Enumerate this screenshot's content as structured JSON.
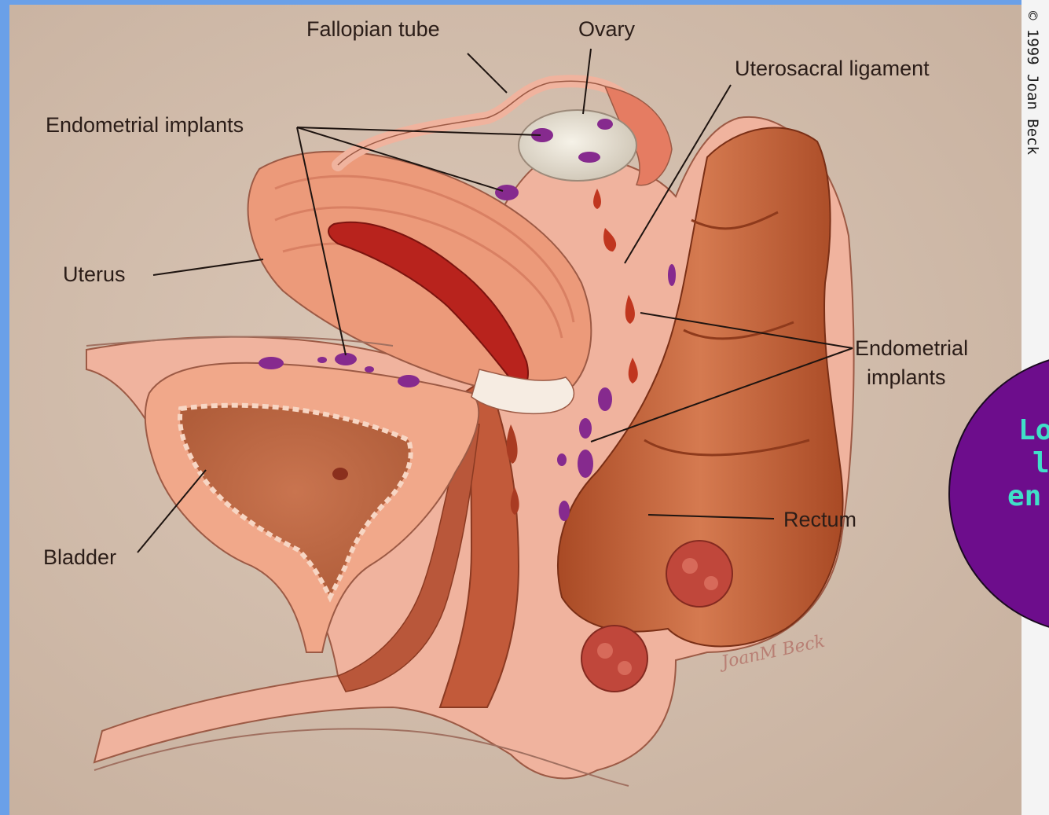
{
  "labels": {
    "fallopian_tube": "Fallopian tube",
    "ovary": "Ovary",
    "uterosacral_ligament": "Uterosacral ligament",
    "endometrial_implants_top": "Endometrial implants",
    "uterus": "Uterus",
    "endometrial_implants_right_line1": "Endometrial",
    "endometrial_implants_right_line2": "implants",
    "rectum": "Rectum",
    "bladder": "Bladder"
  },
  "copyright": "© 1999 Joan Beck",
  "signature": "JoanM Beck",
  "callout": {
    "line1": "Lo",
    "line2": "l",
    "line3": "en"
  },
  "colors": {
    "frame_blue": "#6aa0e8",
    "background": "#d4c0b0",
    "tissue_light": "#f3b9a6",
    "tissue_mid": "#e69276",
    "tissue_dark": "#b4552f",
    "implant_purple": "#8a2a8c",
    "callout_fill": "#6d0d8c",
    "callout_text": "#3fe0c8"
  }
}
